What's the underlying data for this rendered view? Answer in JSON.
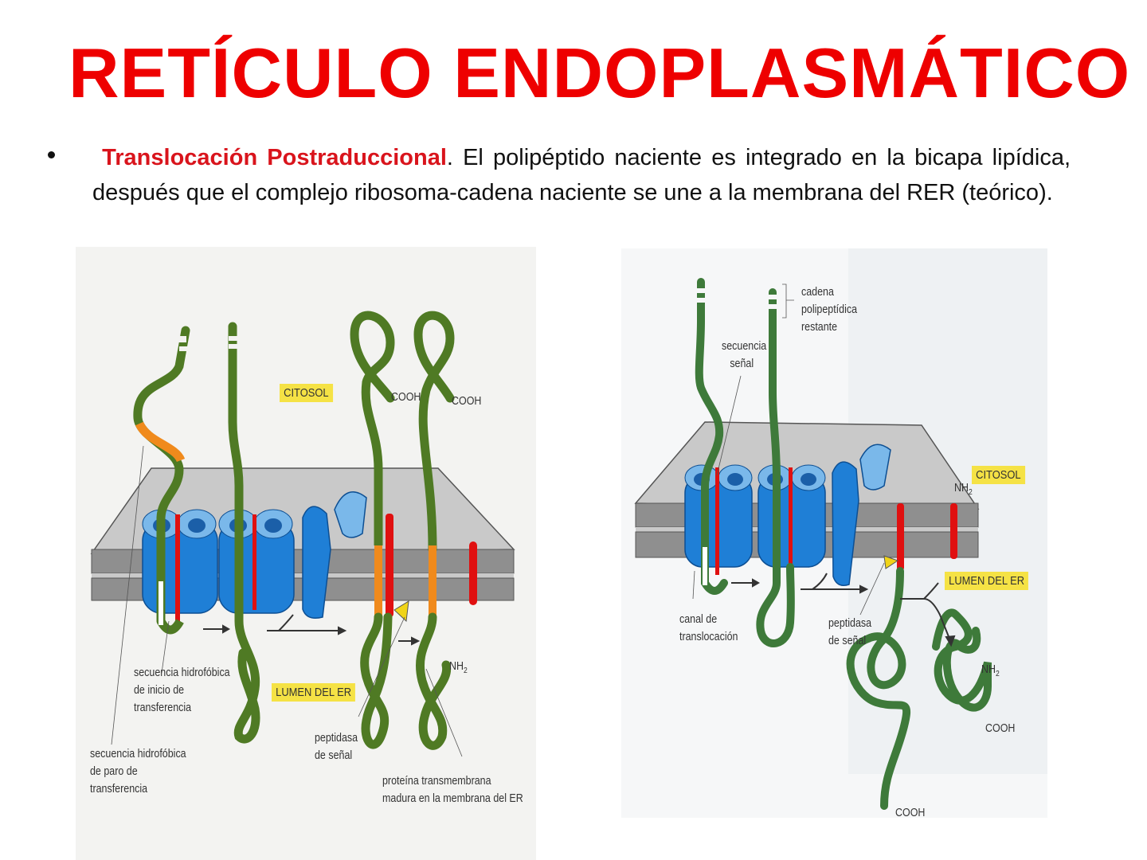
{
  "slide": {
    "title": "RETÍCULO ENDOPLASMÁTICO",
    "bullet": {
      "term": "Translocación Postraduccional",
      "text": ". El polipéptido naciente es integrado en la bicapa lipídica, después que el complejo ribosoma-cadena naciente se une a la membrana del RER (teórico)."
    }
  },
  "colors": {
    "title": "#ee0000",
    "term": "#d9141c",
    "chain_green": "#4f7a24",
    "hydrophobic_orange": "#f08a1c",
    "signal_red": "#e01010",
    "translocon_blue": "#1f7fd6",
    "translocon_light": "#7ab8ea",
    "membrane_gray": "#8f8f8f",
    "label_yellow": "#f5e245"
  },
  "figure_left": {
    "tags": {
      "cytosol": "CITOSOL",
      "lumen": "LUMEN DEL ER"
    },
    "labels": {
      "cooh_1": "COOH",
      "cooh_2": "COOH",
      "nh2": "NH",
      "nh2_sub": "2",
      "start_transfer_1": "secuencia hidrofóbica",
      "start_transfer_2": "de inicio de",
      "start_transfer_3": "transferencia",
      "stop_transfer_1": "secuencia hidrofóbica",
      "stop_transfer_2": "de paro de",
      "stop_transfer_3": "transferencia",
      "peptidase_1": "peptidasa",
      "peptidase_2": "de señal",
      "mature_1": "proteína transmembrana",
      "mature_2": "madura en la membrana del ER"
    }
  },
  "figure_right": {
    "tags": {
      "cytosol": "CITOSOL",
      "lumen": "LUMEN DEL ER"
    },
    "labels": {
      "remaining_1": "cadena",
      "remaining_2": "polipeptídica",
      "remaining_3": "restante",
      "signal_1": "secuencia",
      "signal_2": "señal",
      "channel_1": "canal de",
      "channel_2": "translocación",
      "peptidase_1": "peptidasa",
      "peptidase_2": "de señal",
      "nh2_top": "NH",
      "nh2_bottom": "NH",
      "nh2_sub": "2",
      "cooh_right": "COOH",
      "cooh_bottom": "COOH"
    }
  }
}
